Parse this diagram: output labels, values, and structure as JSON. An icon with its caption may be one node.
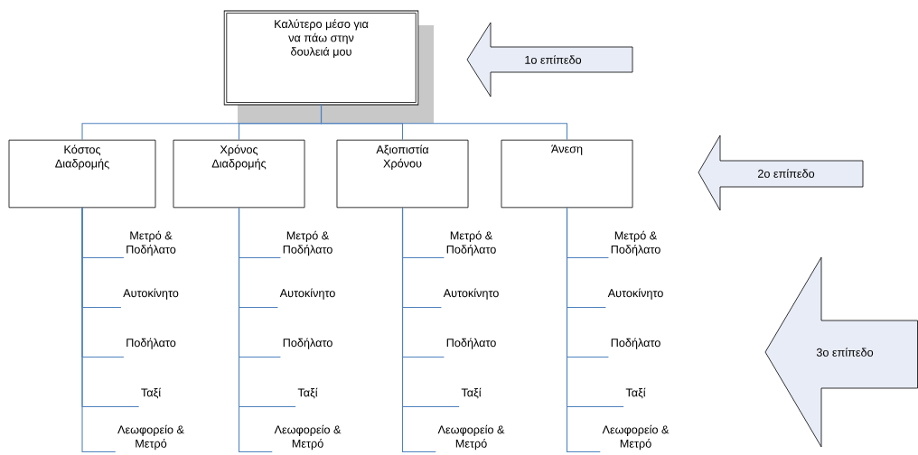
{
  "diagram": {
    "nodes": [
      {
        "text": [
          "Καλύτερο μέσο για να πάω στην δουλειά μου"
        ]
      },
      {
        "text": [
          "Κόστος Διαδρομής"
        ]
      },
      {
        "text": [
          "Χρόνος Διαδρομής"
        ]
      },
      {
        "text": [
          "Αξιοπιστία Χρόνου"
        ]
      },
      {
        "text": [
          "Άνεση"
        ]
      },
      {
        "text": [
          "Μετρό & Ποδήλατο"
        ]
      },
      {
        "text": [
          "Αυτοκίνητο"
        ]
      },
      {
        "text": [
          "Ποδήλατο"
        ]
      },
      {
        "text": [
          "Ταξί"
        ]
      },
      {
        "text": [
          "Λεωφορείο & Μετρό"
        ]
      },
      {
        "text": [
          "Μετρό & Ποδήλατο"
        ]
      },
      {
        "text": [
          "Αυτοκίνητο"
        ]
      },
      {
        "text": [
          "Ποδήλατο"
        ]
      },
      {
        "text": [
          "Ταξί"
        ]
      },
      {
        "text": [
          "Λεωφορείο & Μετρό"
        ]
      },
      {
        "text": [
          "Μετρό & Ποδήλατο"
        ]
      },
      {
        "text": [
          "Αυτοκίνητο"
        ]
      },
      {
        "text": [
          "Ποδήλατο"
        ]
      },
      {
        "text": [
          "Ταξί"
        ]
      },
      {
        "text": [
          "Λεωφορείο & Μετρό"
        ]
      },
      {
        "text": [
          "Μετρό & Ποδήλατο"
        ]
      },
      {
        "text": [
          "Αυτοκίνητο"
        ]
      },
      {
        "text": [
          "Ποδήλατο"
        ]
      },
      {
        "text": [
          "Ταξί"
        ]
      },
      {
        "text": [
          "Λεωφορείο & Μετρό"
        ]
      },
      {
        "text": [
          "1ο επίπεδο"
        ]
      },
      {
        "text": [
          "2ο επίπεδο"
        ]
      },
      {
        "text": [
          "3ο επίπεδο"
        ]
      }
    ],
    "edges": [
      {
        "from": 0,
        "to": 1,
        "arrow": "none"
      },
      {
        "from": 0,
        "to": 2,
        "arrow": "none"
      },
      {
        "from": 0,
        "to": 3,
        "arrow": "none"
      },
      {
        "from": 0,
        "to": 4,
        "arrow": "none"
      },
      {
        "from": 1,
        "to": 5,
        "arrow": "none"
      },
      {
        "from": 1,
        "to": 6,
        "arrow": "none"
      },
      {
        "from": 1,
        "to": 7,
        "arrow": "none"
      },
      {
        "from": 1,
        "to": 8,
        "arrow": "none"
      },
      {
        "from": 1,
        "to": 9,
        "arrow": "none"
      },
      {
        "from": 2,
        "to": 10,
        "arrow": "none"
      },
      {
        "from": 2,
        "to": 11,
        "arrow": "none"
      },
      {
        "from": 2,
        "to": 12,
        "arrow": "none"
      },
      {
        "from": 2,
        "to": 13,
        "arrow": "none"
      },
      {
        "from": 2,
        "to": 14,
        "arrow": "none"
      },
      {
        "from": 3,
        "to": 15,
        "arrow": "none"
      },
      {
        "from": 3,
        "to": 16,
        "arrow": "none"
      },
      {
        "from": 3,
        "to": 17,
        "arrow": "none"
      },
      {
        "from": 3,
        "to": 18,
        "arrow": "none"
      },
      {
        "from": 3,
        "to": 19,
        "arrow": "none"
      },
      {
        "from": 4,
        "to": 20,
        "arrow": "none"
      },
      {
        "from": 4,
        "to": 21,
        "arrow": "none"
      },
      {
        "from": 4,
        "to": 22,
        "arrow": "none"
      },
      {
        "from": 4,
        "to": 23,
        "arrow": "none"
      },
      {
        "from": 4,
        "to": 24,
        "arrow": "none"
      }
    ]
  }
}
